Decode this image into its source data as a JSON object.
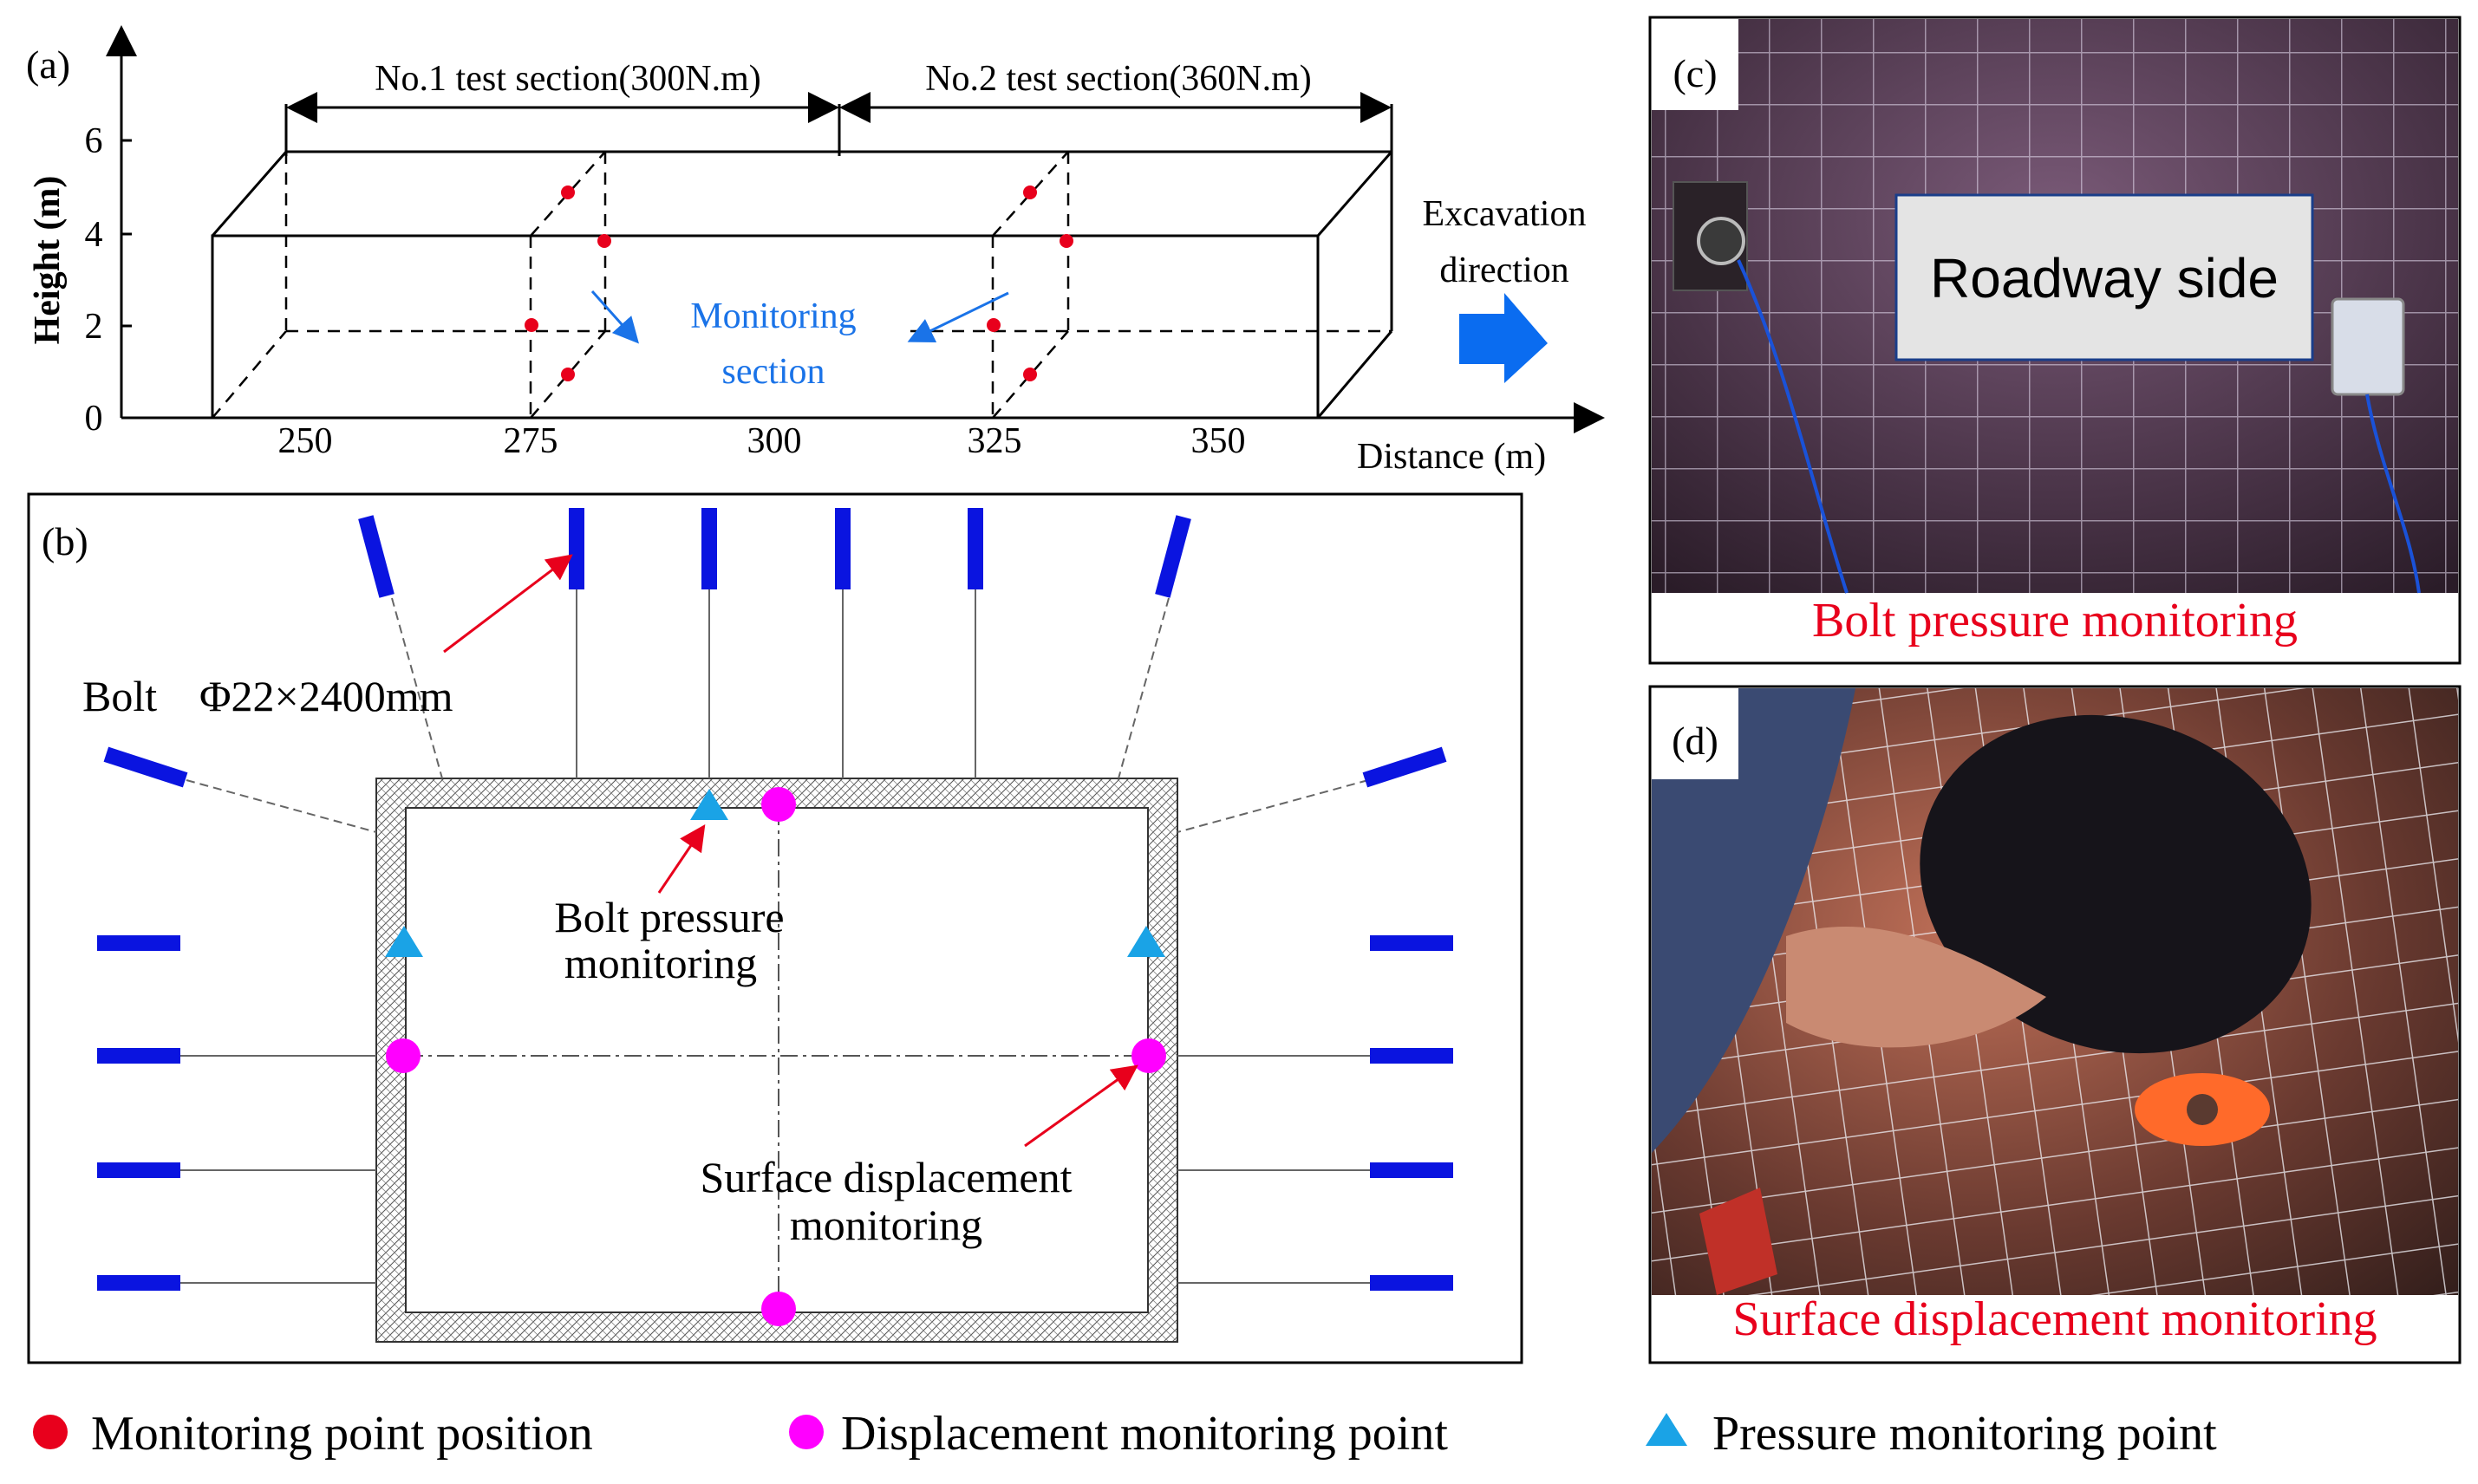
{
  "panel_a": {
    "label": "(a)",
    "y_axis_label": "Height (m)",
    "x_axis_label": "Distance (m)",
    "y_ticks": [
      "0",
      "2",
      "4",
      "6"
    ],
    "x_ticks": [
      "250",
      "275",
      "300",
      "325",
      "350"
    ],
    "section1_label": "No.1 test section(300N.m)",
    "section2_label": "No.2 test section(360N.m)",
    "monitoring_label_line1": "Monitoring",
    "monitoring_label_line2": "section",
    "excavation_line1": "Excavation",
    "excavation_line2": "direction",
    "accent_blue": "#1a73e8",
    "point_red": "#e8001c"
  },
  "panel_b": {
    "label": "(b)",
    "bolt_label": "Bolt",
    "bolt_spec": "Φ22×2400mm",
    "pressure_label_line1": "Bolt pressure",
    "pressure_label_line2": "monitoring",
    "surface_label_line1": "Surface displacement",
    "surface_label_line2": "monitoring",
    "bolt_color": "#0a14e0",
    "displacement_color": "#ff00ff",
    "pressure_color": "#1aa3e6"
  },
  "panel_c": {
    "label": "(c)",
    "sign_text": "Roadway side",
    "caption": "Bolt pressure monitoring"
  },
  "panel_d": {
    "label": "(d)",
    "caption": "Surface displacement monitoring"
  },
  "legend": {
    "monitoring_point": "Monitoring point position",
    "displacement_point": "Displacement monitoring point",
    "pressure_point": "Pressure monitoring point"
  }
}
